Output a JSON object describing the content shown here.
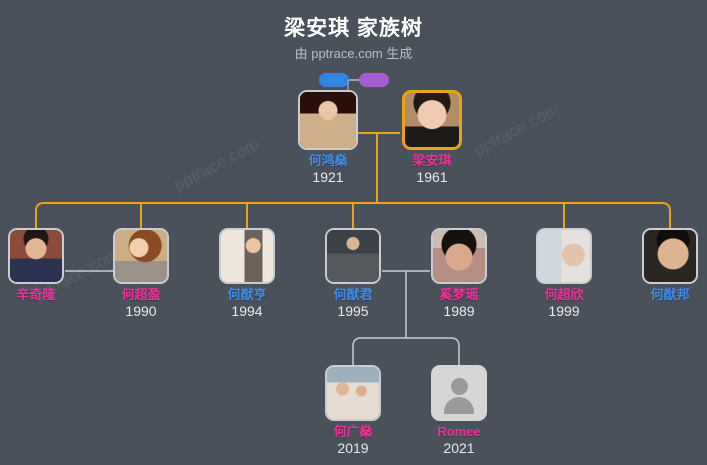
{
  "header": {
    "title": "梁安琪 家族树",
    "subtitle": "由 pptrace.com 生成"
  },
  "watermark": {
    "text": "pptrace.com"
  },
  "legend": {
    "male_color": "#2f86e0",
    "female_color": "#a45cd0"
  },
  "colors": {
    "background": "#4b515a",
    "male_text": "#3f8ce8",
    "female_text": "#f0309a",
    "year_text": "#e8eaee",
    "descent_line": "#e8a317",
    "spouse_line": "#c9ccd1",
    "root_border": "#e8a317",
    "card_border": "#c9ccd1"
  },
  "people": [
    {
      "name": "何鸿燊",
      "year": "1921",
      "gender": "male",
      "generation": 1,
      "is_root": false,
      "has_photo": true
    },
    {
      "name": "梁安琪",
      "year": "1961",
      "gender": "female",
      "generation": 1,
      "is_root": true,
      "has_photo": true
    },
    {
      "name": "辛奇隆",
      "year": "",
      "gender": "female",
      "generation": 2,
      "is_root": false,
      "has_photo": true
    },
    {
      "name": "何超盈",
      "year": "1990",
      "gender": "female",
      "generation": 2,
      "is_root": false,
      "has_photo": true
    },
    {
      "name": "何猷亨",
      "year": "1994",
      "gender": "male",
      "generation": 2,
      "is_root": false,
      "has_photo": true
    },
    {
      "name": "何猷君",
      "year": "1995",
      "gender": "male",
      "generation": 2,
      "is_root": false,
      "has_photo": true
    },
    {
      "name": "奚梦瑶",
      "year": "1989",
      "gender": "female",
      "generation": 2,
      "is_root": false,
      "has_photo": true
    },
    {
      "name": "何超欣",
      "year": "1999",
      "gender": "female",
      "generation": 2,
      "is_root": false,
      "has_photo": true
    },
    {
      "name": "何猷邦",
      "year": "",
      "gender": "male",
      "generation": 2,
      "is_root": false,
      "has_photo": true
    },
    {
      "name": "何广燊",
      "year": "2019",
      "gender": "female",
      "generation": 3,
      "is_root": false,
      "has_photo": true
    },
    {
      "name": "Romee",
      "year": "2021",
      "gender": "female",
      "generation": 3,
      "is_root": false,
      "has_photo": false
    }
  ],
  "relationships": {
    "couples": [
      {
        "a": "何鸿燊",
        "b": "梁安琪"
      },
      {
        "a": "辛奇隆",
        "b": "何超盈"
      },
      {
        "a": "何猷君",
        "b": "奚梦瑶"
      }
    ],
    "children_of_root_couple": [
      "何超盈",
      "何猷亨",
      "何猷君",
      "何超欣",
      "何猷邦"
    ],
    "children_of_heyoujun_couple": [
      "何广燊",
      "Romee"
    ]
  }
}
